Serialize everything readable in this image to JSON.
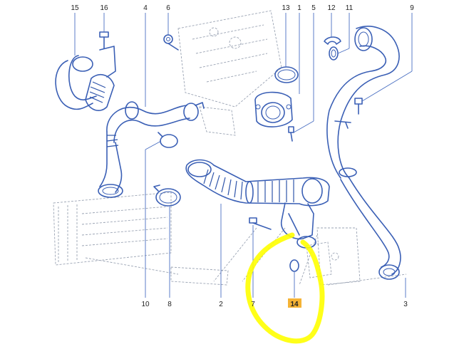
{
  "diagram": {
    "callouts": [
      {
        "id": "c15",
        "label": "15"
      },
      {
        "id": "c16",
        "label": "16"
      },
      {
        "id": "c4",
        "label": "4"
      },
      {
        "id": "c6",
        "label": "6"
      },
      {
        "id": "c13",
        "label": "13"
      },
      {
        "id": "c1",
        "label": "1"
      },
      {
        "id": "c5",
        "label": "5"
      },
      {
        "id": "c12",
        "label": "12"
      },
      {
        "id": "c11",
        "label": "11"
      },
      {
        "id": "c9",
        "label": "9"
      },
      {
        "id": "c10",
        "label": "10"
      },
      {
        "id": "c8",
        "label": "8"
      },
      {
        "id": "c2",
        "label": "2"
      },
      {
        "id": "c7",
        "label": "7"
      },
      {
        "id": "c14",
        "label": "14",
        "highlighted": true
      },
      {
        "id": "c3",
        "label": "3"
      }
    ],
    "colors": {
      "part_stroke": "#3a5fb5",
      "ghost_stroke": "#9aa3b3",
      "highlight_marker": "#ffff00",
      "highlight_badge": "#f5b335",
      "label_text": "#222222"
    }
  }
}
